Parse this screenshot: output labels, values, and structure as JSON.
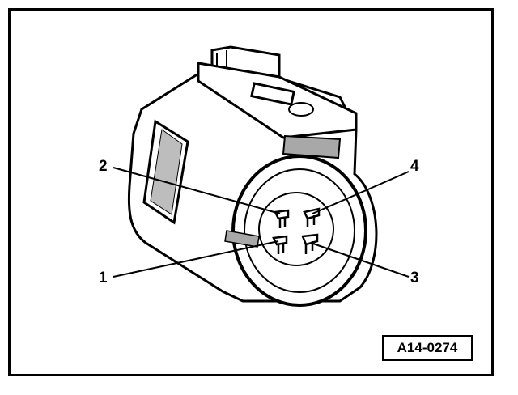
{
  "diagram": {
    "callouts": [
      {
        "id": "1",
        "label": "1"
      },
      {
        "id": "2",
        "label": "2"
      },
      {
        "id": "3",
        "label": "3"
      },
      {
        "id": "4",
        "label": "4"
      }
    ],
    "reference_code": "A14-0274",
    "colors": {
      "ink": "#000000",
      "paper": "#ffffff",
      "shade": "#9a9a9a"
    }
  }
}
